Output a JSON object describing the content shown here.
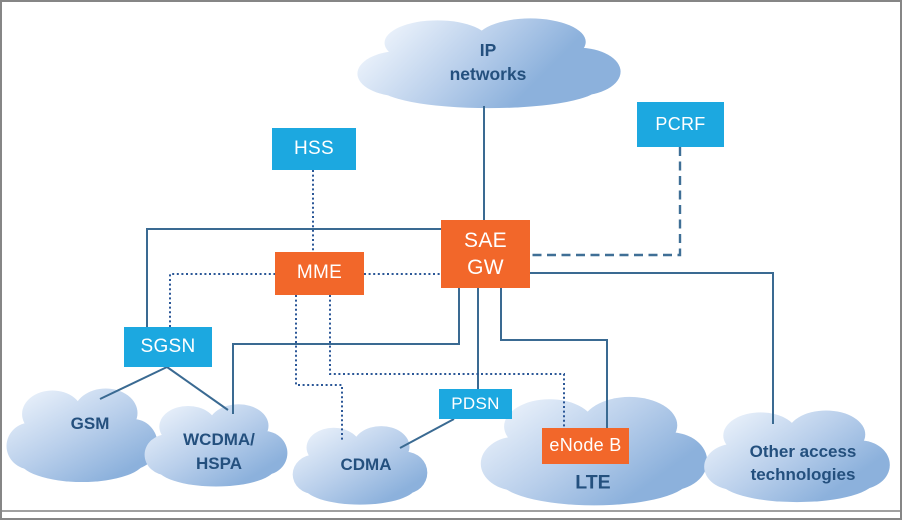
{
  "diagram_name": "sae-network-architecture",
  "colors": {
    "box_blue": "#1ca8e0",
    "box_orange": "#f2672a",
    "line_solid": "#3a6a92",
    "line_dotted": "#2b5797",
    "line_dashed": "#3f6f96",
    "cloud_text": "#24507e"
  },
  "nodes": {
    "hss": {
      "label": "HSS"
    },
    "pcrf": {
      "label": "PCRF"
    },
    "mme": {
      "label": "MME"
    },
    "saegw": {
      "line1": "SAE",
      "line2": "GW"
    },
    "sgsn": {
      "label": "SGSN"
    },
    "pdsn": {
      "label": "PDSN"
    },
    "enodeb": {
      "label": "eNode B"
    }
  },
  "clouds": {
    "ip": {
      "line1": "IP",
      "line2": "networks"
    },
    "gsm": {
      "label": "GSM"
    },
    "wcdma": {
      "line1": "WCDMA/",
      "line2": "HSPA"
    },
    "cdma": {
      "label": "CDMA"
    },
    "lte": {
      "label": "LTE"
    },
    "other": {
      "line1": "Other access",
      "line2": "technologies"
    }
  }
}
